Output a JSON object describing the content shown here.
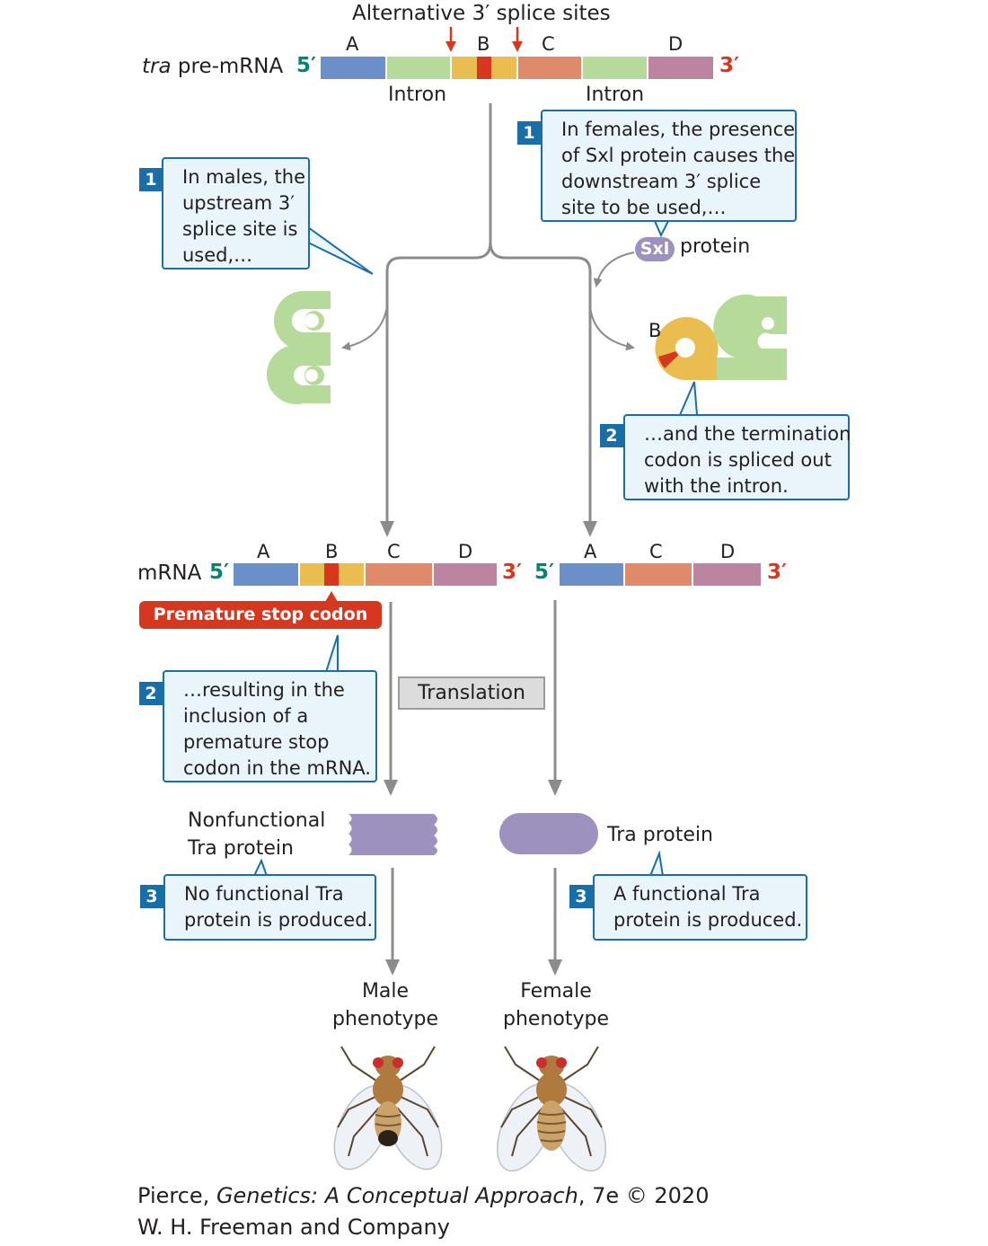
{
  "header": {
    "title": "Alternative 3′ splice sites"
  },
  "pre_mrna": {
    "label_italic": "tra",
    "label_rest": " pre-mRNA",
    "five": "5′",
    "three": "3′",
    "exon_a": "A",
    "exon_b": "B",
    "exon_c": "C",
    "exon_d": "D",
    "intron_left": "Intron",
    "intron_right": "Intron"
  },
  "male_step1": {
    "num": "1",
    "lines": [
      "In males, the",
      "upstream 3′",
      "splice site is",
      "used,…"
    ]
  },
  "female_step1": {
    "num": "1",
    "lines": [
      "In females, the presence",
      "of Sxl protein causes the",
      "downstream 3′ splice",
      "site to be used,…"
    ]
  },
  "sxl": {
    "badge": "Sxl",
    "label": "protein"
  },
  "lariat": {
    "b_label": "B"
  },
  "female_step2": {
    "num": "2",
    "lines": [
      "…and the termination",
      "codon is spliced out",
      "with the intron."
    ]
  },
  "mrna_male": {
    "label": "mRNA",
    "five": "5′",
    "three": "3′",
    "a": "A",
    "b": "B",
    "c": "C",
    "d": "D"
  },
  "mrna_female": {
    "five": "5′",
    "three": "3′",
    "a": "A",
    "c": "C",
    "d": "D"
  },
  "stop_codon": {
    "label": "Premature stop codon"
  },
  "male_step2": {
    "num": "2",
    "lines": [
      "…resulting in the",
      "inclusion of a",
      "premature stop",
      "codon in the mRNA."
    ]
  },
  "translation": {
    "label": "Translation"
  },
  "male_protein": {
    "lines": [
      "Nonfunctional",
      "Tra protein"
    ]
  },
  "female_protein": {
    "label": "Tra protein"
  },
  "male_step3": {
    "num": "3",
    "lines": [
      "No functional Tra",
      "protein is produced."
    ]
  },
  "female_step3": {
    "num": "3",
    "lines": [
      "A functional Tra",
      "protein is produced."
    ]
  },
  "male_pheno": {
    "lines": [
      "Male",
      "phenotype"
    ]
  },
  "female_pheno": {
    "lines": [
      "Female",
      "phenotype"
    ]
  },
  "credit": {
    "line1_a": "Pierce, ",
    "line1_italic": "Genetics: A Conceptual Approach",
    "line1_b": ", 7e © 2020",
    "line2": "W. H. Freeman and Company"
  },
  "colors": {
    "exon_a": "#6b8fc9",
    "intron": "#b5da9a",
    "exon_b": "#eabd50",
    "stop": "#d6371f",
    "exon_c": "#e08a6c",
    "exon_d": "#bc84a0",
    "protein": "#9d91c0",
    "arrow": "#8c8c8c",
    "callout_border": "#1a6ea8",
    "callout_fill": "#eaf5fb"
  }
}
